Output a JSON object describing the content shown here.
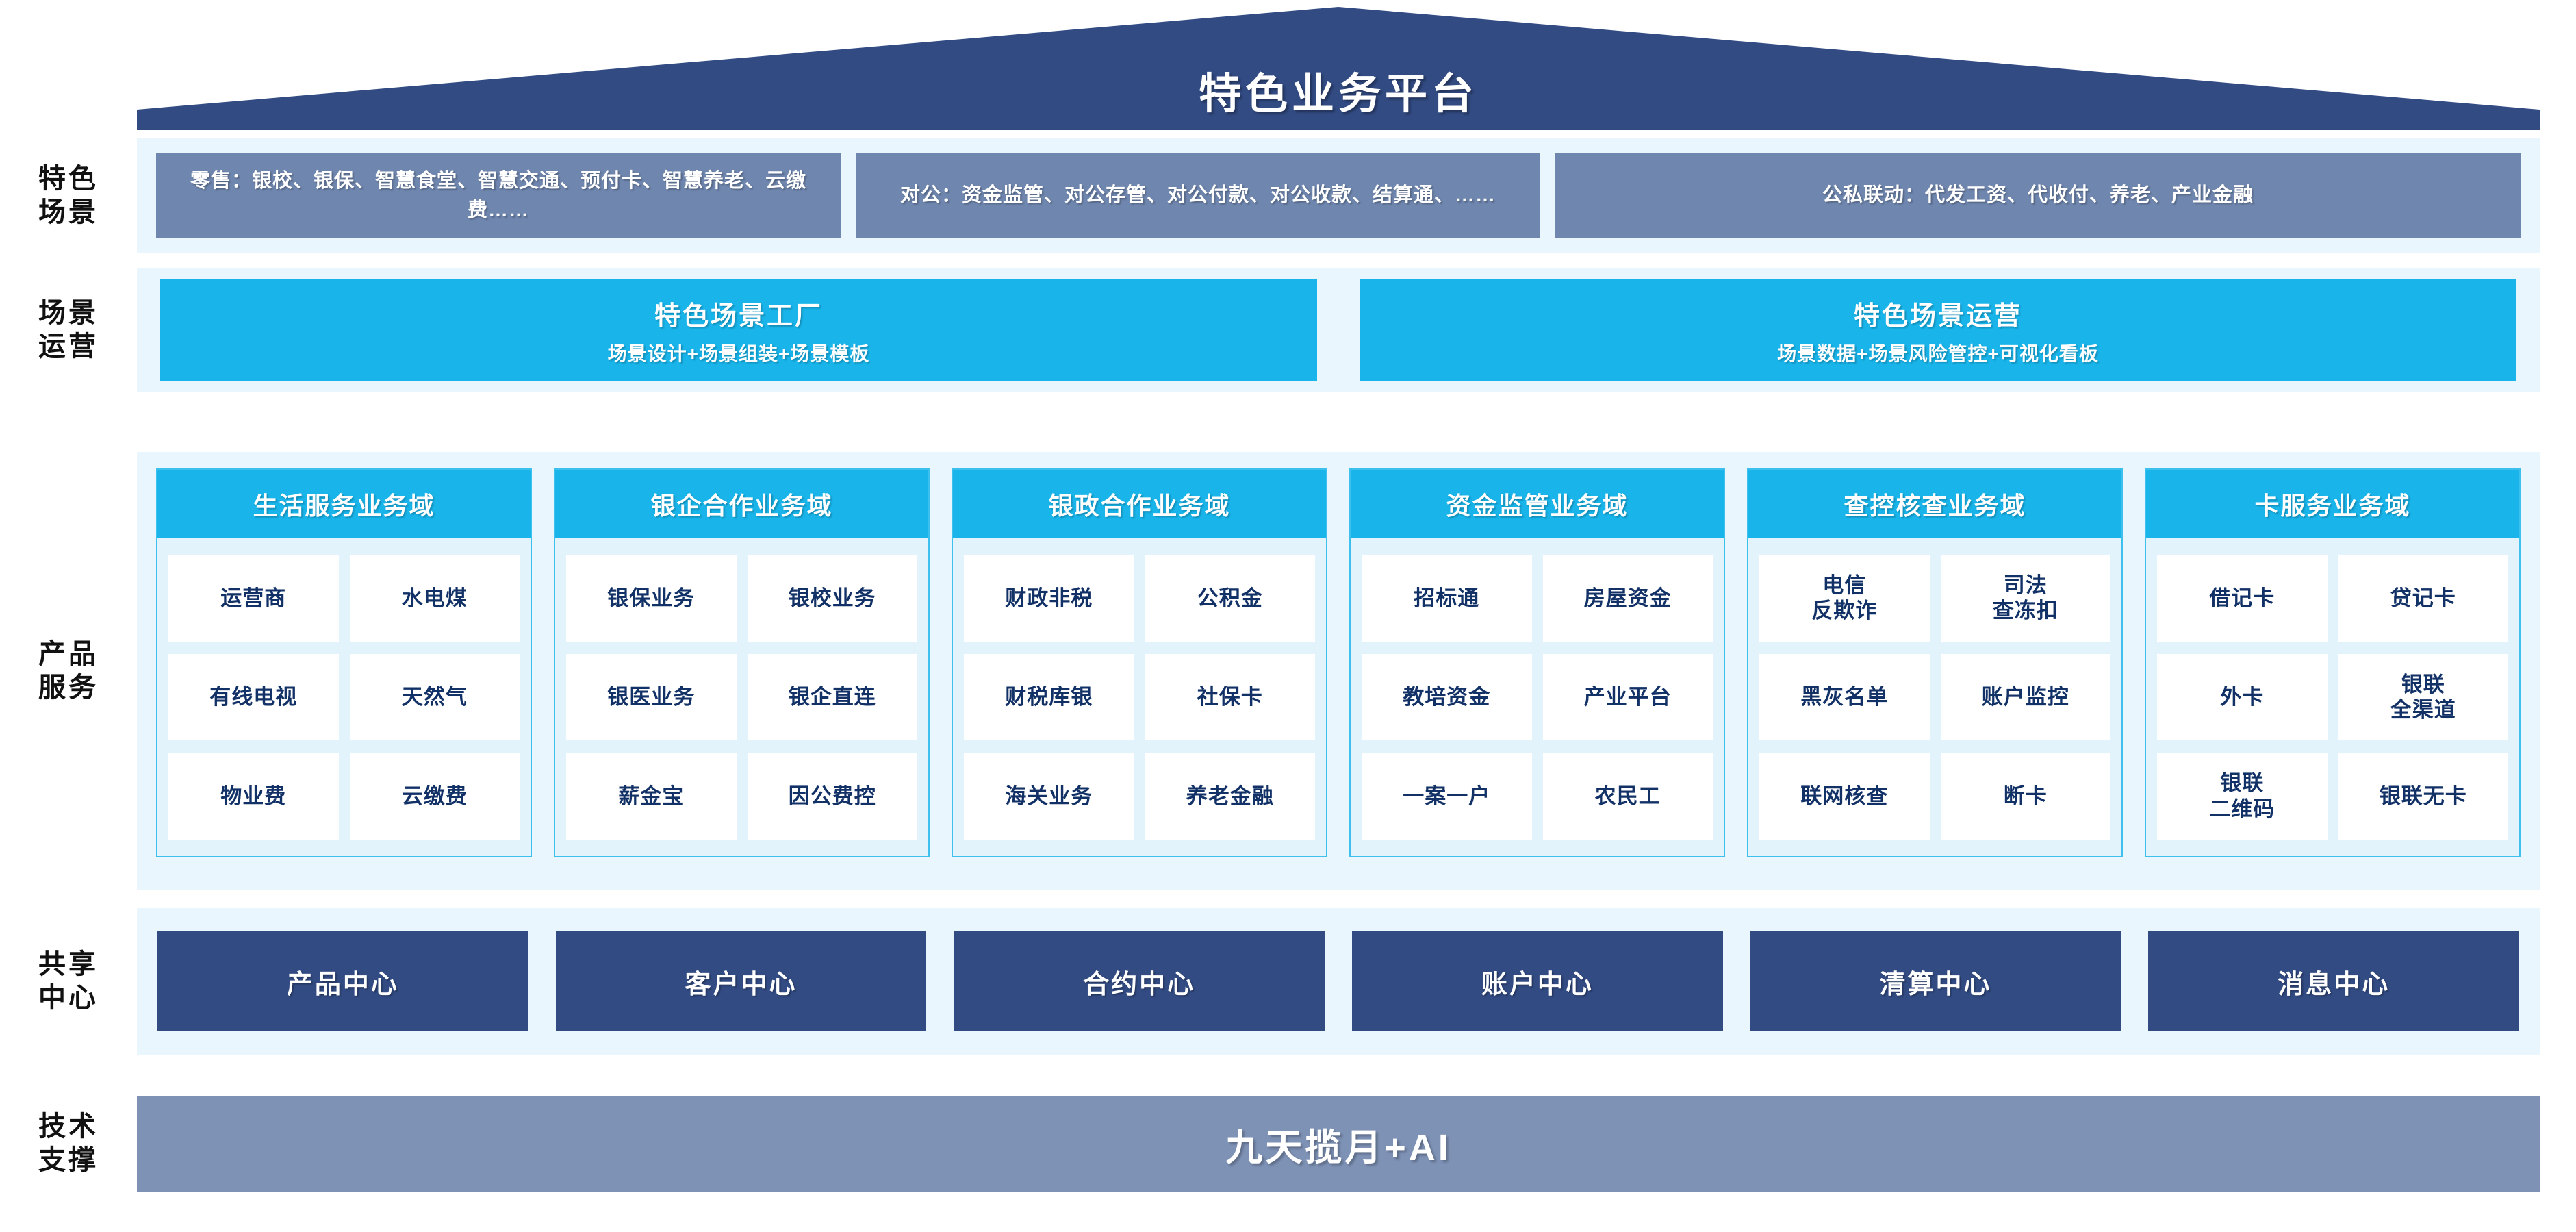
{
  "header": {
    "title": "特色业务平台"
  },
  "rails": {
    "scene": [
      "特色",
      "场景"
    ],
    "ops": [
      "场景",
      "运营"
    ],
    "product": [
      "产品",
      "服务"
    ],
    "shared": [
      "共享",
      "中心"
    ],
    "tech": [
      "技术",
      "支撑"
    ]
  },
  "scenarios": [
    {
      "name": "retail",
      "text": "零售：银校、银保、智慧食堂、智慧交通、预付卡、智慧养老、云缴费……"
    },
    {
      "name": "corporate",
      "text": "对公：资金监管、对公存管、对公付款、对公收款、结算通、……"
    },
    {
      "name": "joint",
      "text": "公私联动：代发工资、代收付、养老、产业金融"
    }
  ],
  "operations": [
    {
      "title": "特色场景工厂",
      "subtitle": "场景设计+场景组装+场景模板"
    },
    {
      "title": "特色场景运营",
      "subtitle": "场景数据+场景风险管控+可视化看板"
    }
  ],
  "domains": [
    {
      "title": "生活服务业务域",
      "items": [
        "运营商",
        "水电煤",
        "有线电视",
        "天然气",
        "物业费",
        "云缴费"
      ]
    },
    {
      "title": "银企合作业务域",
      "items": [
        "银保业务",
        "银校业务",
        "银医业务",
        "银企直连",
        "薪金宝",
        "因公费控"
      ]
    },
    {
      "title": "银政合作业务域",
      "items": [
        "财政非税",
        "公积金",
        "财税库银",
        "社保卡",
        "海关业务",
        "养老金融"
      ]
    },
    {
      "title": "资金监管业务域",
      "items": [
        "招标通",
        "房屋资金",
        "教培资金",
        "产业平台",
        "一案一户",
        "农民工"
      ]
    },
    {
      "title": "查控核查业务域",
      "items": [
        "电信\n反欺诈",
        "司法\n查冻扣",
        "黑灰名单",
        "账户监控",
        "联网核查",
        "断卡"
      ]
    },
    {
      "title": "卡服务业务域",
      "items": [
        "借记卡",
        "贷记卡",
        "外卡",
        "银联\n全渠道",
        "银联\n二维码",
        "银联无卡"
      ]
    }
  ],
  "shared_centers": [
    "产品中心",
    "客户中心",
    "合约中心",
    "账户中心",
    "清算中心",
    "消息中心"
  ],
  "tech_support": {
    "label": "九天揽月+AI"
  },
  "colors": {
    "roof": "#324b83",
    "scenario_box": "#6f86ae",
    "band": "#e9f6fd",
    "accent_cyan": "#18b4ea",
    "shared_navy": "#324b83",
    "tech_slate": "#7e92b6",
    "item_text": "#123167"
  }
}
